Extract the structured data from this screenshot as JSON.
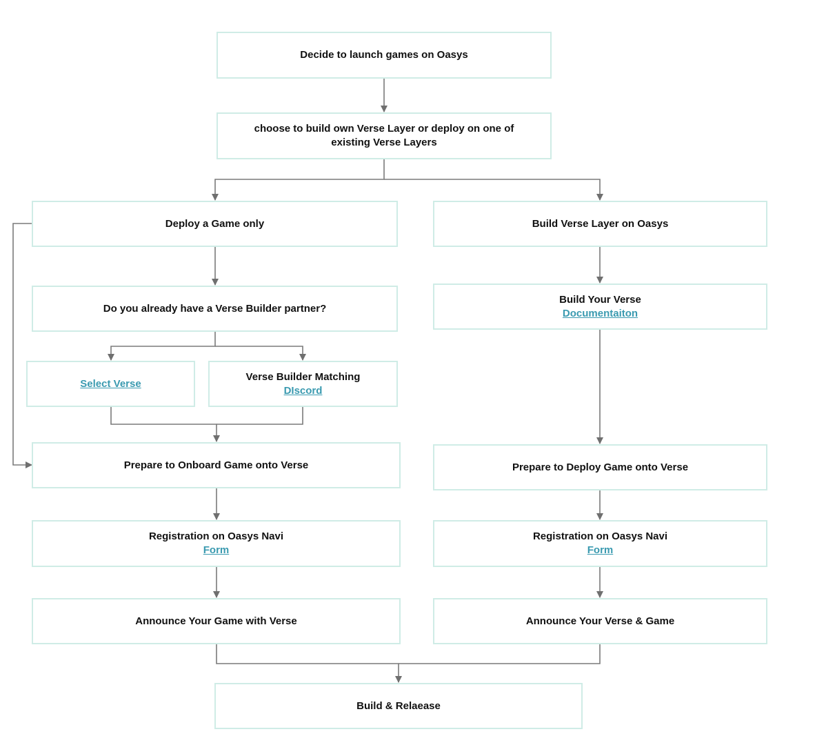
{
  "colors": {
    "node_border": "#cfece6",
    "link": "#3a9ab0",
    "edge": "#7a7a7a"
  },
  "nodes": {
    "decide": {
      "text": "Decide to launch games on Oasys"
    },
    "choose": {
      "text": "choose to build own Verse Layer or deploy on one of existing Verse Layers"
    },
    "deploy_game": {
      "text": "Deploy a Game only"
    },
    "build_verse_layer": {
      "text": "Build Verse Layer on Oasys"
    },
    "partner_question": {
      "text": "Do you already have a Verse Builder partner?"
    },
    "build_your_verse": {
      "text": "Build Your Verse",
      "link": "Documentaiton"
    },
    "select_verse": {
      "link": "Select Verse"
    },
    "builder_matching": {
      "text": "Verse Builder Matching",
      "link": "DIscord"
    },
    "prepare_onboard": {
      "text": "Prepare to Onboard Game onto Verse"
    },
    "prepare_deploy": {
      "text": "Prepare to Deploy Game onto Verse"
    },
    "registration_left": {
      "text": "Registration on Oasys Navi",
      "link": "Form"
    },
    "registration_right": {
      "text": "Registration on Oasys Navi",
      "link": "Form"
    },
    "announce_game": {
      "text": "Announce Your Game with Verse"
    },
    "announce_verse_game": {
      "text": "Announce Your Verse & Game"
    },
    "build_release": {
      "text": "Build & Relaease"
    }
  }
}
